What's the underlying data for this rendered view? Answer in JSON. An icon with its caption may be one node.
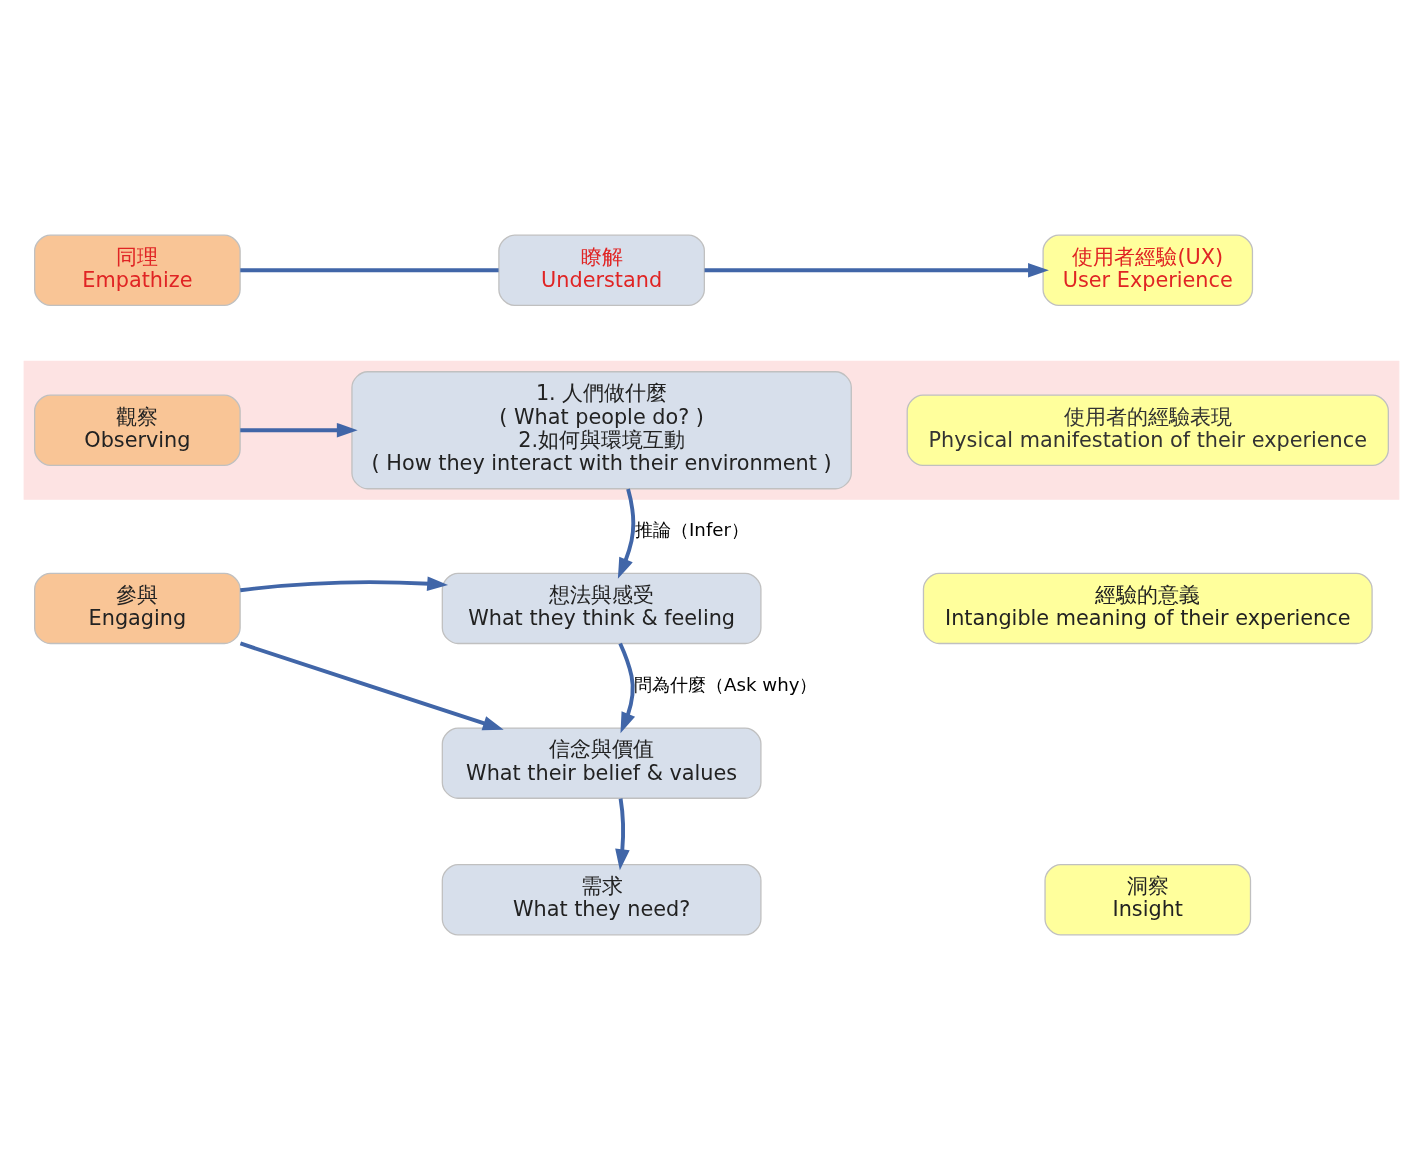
{
  "diagram": {
    "nodes": [
      {
        "text": [
          "同理",
          "Empathize"
        ]
      },
      {
        "text": [
          "瞭解",
          "Understand"
        ]
      },
      {
        "text": [
          "使用者經驗(UX)",
          "User Experience"
        ]
      },
      {
        "text": [],
        "shape": "box"
      },
      {
        "text": [
          "觀察",
          "Observing"
        ],
        "in": 3
      },
      {
        "text": [
          "1. 人們做什麼",
          "( What people do? )",
          "2.如何與環境互動",
          "( How they interact with their environment )"
        ],
        "in": 3
      },
      {
        "text": [
          "使用者的經驗表現",
          "Physical manifestation of their experience"
        ],
        "in": 3
      },
      {
        "text": [
          "想法與感受",
          "What they think & feeling"
        ]
      },
      {
        "text": [
          "參與",
          "Engaging"
        ]
      },
      {
        "text": [
          "經驗的意義",
          "Intangible meaning of their experience"
        ]
      },
      {
        "text": [
          "信念與價值",
          "What their belief & values"
        ]
      },
      {
        "text": [
          "需求",
          "What they need?"
        ]
      },
      {
        "text": [
          "洞察",
          "Insight"
        ]
      }
    ],
    "edges": [
      {
        "from": 0,
        "to": 1,
        "arrow": "none"
      },
      {
        "from": 1,
        "to": 2,
        "arrow": "to"
      },
      {
        "from": 4,
        "to": 5,
        "arrow": "to"
      },
      {
        "from": 5,
        "to": 7,
        "arrow": "to",
        "label": "推論（Infer）"
      },
      {
        "from": 8,
        "to": 7,
        "arrow": "to"
      },
      {
        "from": 8,
        "to": 10,
        "arrow": "to"
      },
      {
        "from": 7,
        "to": 10,
        "arrow": "to",
        "label": "問為什麼（Ask why）"
      },
      {
        "from": 10,
        "to": 11,
        "arrow": "to"
      }
    ]
  }
}
